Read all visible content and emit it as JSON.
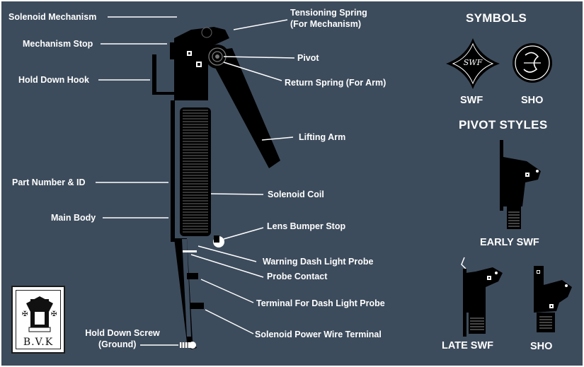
{
  "labels": {
    "solenoid_mechanism": "Solenoid Mechanism",
    "mechanism_stop": "Mechanism Stop",
    "hold_down_hook": "Hold Down Hook",
    "part_number_id": "Part Number & ID",
    "main_body": "Main Body",
    "hold_down_screw_line1": "Hold Down Screw",
    "hold_down_screw_line2": "(Ground)",
    "tensioning_spring_line1": "Tensioning Spring",
    "tensioning_spring_line2": "(For Mechanism)",
    "pivot": "Pivot",
    "return_spring": "Return Spring (For Arm)",
    "lifting_arm": "Lifting Arm",
    "solenoid_coil": "Solenoid Coil",
    "lens_bumper_stop": "Lens Bumper Stop",
    "warning_dash_light_probe": "Warning Dash Light Probe",
    "probe_contact": "Probe Contact",
    "terminal_dash_light_probe": "Terminal For Dash Light Probe",
    "solenoid_power_wire_terminal": "Solenoid Power Wire Terminal"
  },
  "symbols": {
    "heading": "SYMBOLS",
    "swf_label": "SWF",
    "sho_label": "SHO",
    "swf_mark_text": "SWF"
  },
  "pivot_styles": {
    "heading": "PIVOT STYLES",
    "early_swf": "EARLY SWF",
    "late_swf": "LATE SWF",
    "sho": "SHO"
  },
  "logo": {
    "text": "B.V.K"
  },
  "colors": {
    "background": "#3d4c5c",
    "part_fill": "#000000",
    "text": "#ffffff",
    "leader_lines": "#ffffff"
  }
}
